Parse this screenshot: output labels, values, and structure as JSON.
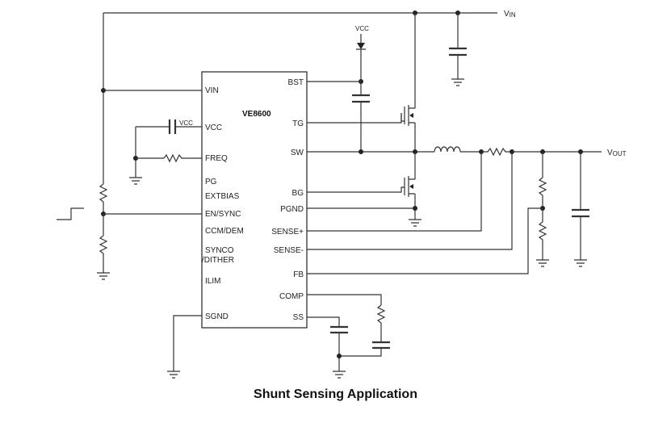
{
  "chip": {
    "name": "VE8600",
    "left_pins": [
      "VIN",
      "VCC",
      "FREQ",
      "PG",
      "EXTBIAS",
      "EN/SYNC",
      "CCM/DEM",
      "SYNCO",
      "/DITHER",
      "ILIM",
      "SGND"
    ],
    "right_pins": [
      "BST",
      "TG",
      "SW",
      "BG",
      "PGND",
      "SENSE+",
      "SENSE-",
      "FB",
      "COMP",
      "SS"
    ]
  },
  "rails": {
    "vin_main": "V",
    "vin_sub": "IN",
    "vout_main": "V",
    "vout_sub": "OUT",
    "vcc_top": "VCC",
    "vcc_cap": "VCC"
  },
  "caption": "Shunt Sensing Application"
}
